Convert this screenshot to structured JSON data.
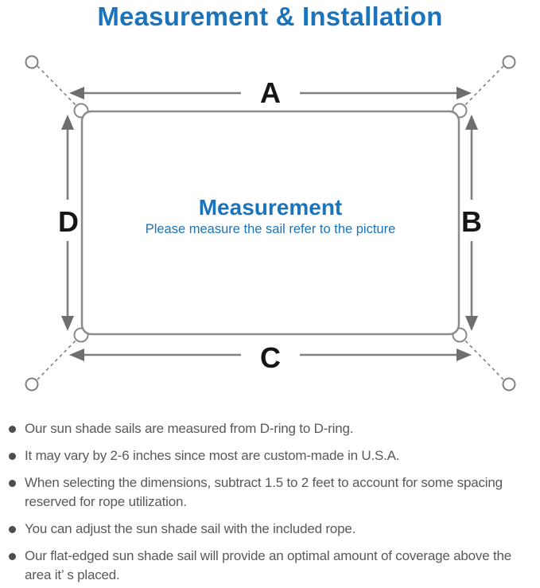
{
  "title": "Measurement & Installation",
  "diagram": {
    "labels": {
      "top": "A",
      "right": "B",
      "bottom": "C",
      "left": "D"
    },
    "center_title": "Measurement",
    "center_subtitle": "Please measure the sail refer to the picture"
  },
  "instructions": {
    "items": [
      "Our sun shade sails are measured from D-ring to D-ring.",
      "It may vary by 2-6 inches since most are custom-made in U.S.A.",
      "When selecting the dimensions, subtract 1.5 to 2 feet to account for some spacing reserved for rope utilization.",
      "You can adjust the sun shade sail with the included rope.",
      "Our flat-edged sun shade sail will provide an optimal amount of coverage above the area it’ s placed."
    ]
  },
  "colors": {
    "accent_blue": "#1B74BB",
    "line_gray": "#7f7f7f",
    "outline_gray": "#8a8a8a",
    "label_black": "#161616",
    "body_text_gray": "#595959"
  }
}
